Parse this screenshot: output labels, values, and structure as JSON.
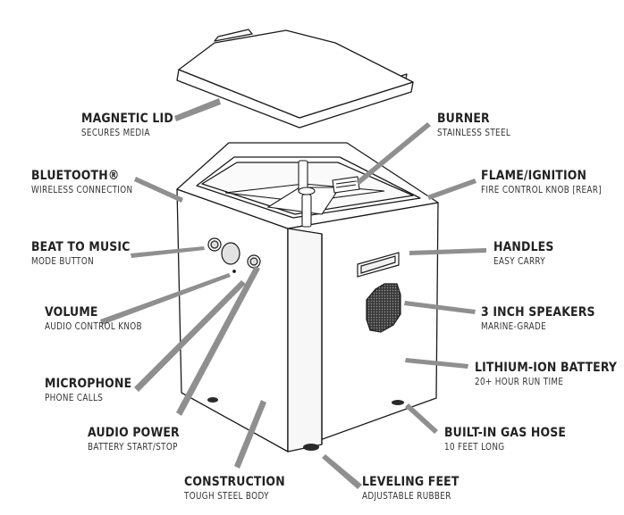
{
  "colors": {
    "callout": "#8f8f8f",
    "stroke": "#1a1a1a",
    "heading": "#222222",
    "subtitle": "#333333",
    "speaker_grille": "#3a3a3a",
    "background": "#ffffff"
  },
  "callouts": {
    "magnetic_lid": {
      "title": "MAGNETIC LID",
      "subtitle": "SECURES MEDIA"
    },
    "bluetooth": {
      "title": "BLUETOOTH®",
      "subtitle": "WIRELESS CONNECTION"
    },
    "beat_to_music": {
      "title": "BEAT TO MUSIC",
      "subtitle": "MODE BUTTON"
    },
    "volume": {
      "title": "VOLUME",
      "subtitle": "AUDIO CONTROL KNOB"
    },
    "microphone": {
      "title": "MICROPHONE",
      "subtitle": "PHONE CALLS"
    },
    "audio_power": {
      "title": "AUDIO POWER",
      "subtitle": "BATTERY START/STOP"
    },
    "construction": {
      "title": "CONSTRUCTION",
      "subtitle": "TOUGH STEEL BODY"
    },
    "leveling_feet": {
      "title": "LEVELING FEET",
      "subtitle": "ADJUSTABLE RUBBER"
    },
    "burner": {
      "title": "BURNER",
      "subtitle": "STAINLESS STEEL"
    },
    "flame_ignition": {
      "title": "FLAME/IGNITION",
      "subtitle": "FIRE CONTROL KNOB [REAR]"
    },
    "handles": {
      "title": "HANDLES",
      "subtitle": "EASY CARRY"
    },
    "speakers": {
      "title": "3 INCH SPEAKERS",
      "subtitle": "MARINE-GRADE"
    },
    "battery": {
      "title": "LITHIUM-ION BATTERY",
      "subtitle": "20+ HOUR RUN TIME"
    },
    "gas_hose": {
      "title": "BUILT-IN GAS HOSE",
      "subtitle": "10 FEET LONG"
    }
  }
}
